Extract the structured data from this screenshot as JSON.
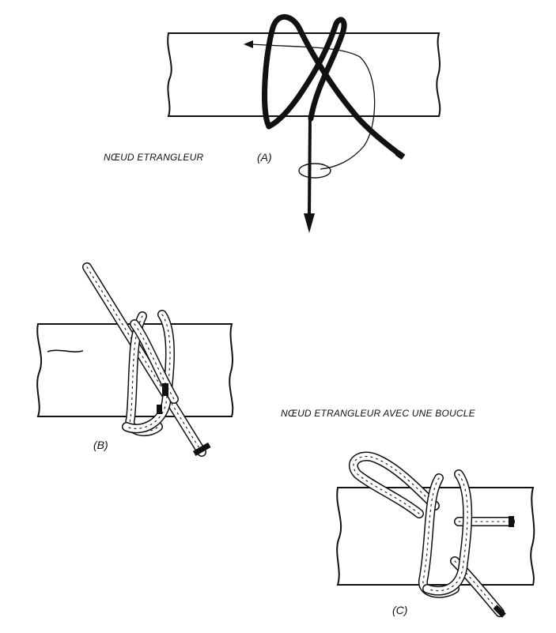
{
  "labels": {
    "caption_a": "NŒUD ETRANGLEUR",
    "tag_a": "(A)",
    "tag_b": "(B)",
    "caption_c": "NŒUD ETRANGLEUR AVEC UNE BOUCLE",
    "tag_c": "(C)"
  },
  "colors": {
    "ink": "#111111",
    "paper": "#ffffff"
  }
}
